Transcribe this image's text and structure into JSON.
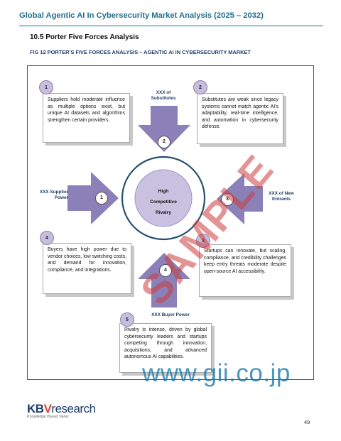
{
  "header": {
    "title": "Global Agentic AI In Cybersecurity Market Analysis (2025 – 2032)",
    "title_color": "#1f6f8b"
  },
  "section": {
    "heading": "10.5 Porter Five Forces Analysis",
    "figure_caption": "FIG 12   PORTER’S FIVE FORCES ANALYSIS – AGENTIC AI IN CYBERSECURITY MARKET"
  },
  "diagram": {
    "center_label": [
      "High",
      "Competitive",
      "Rivalry"
    ],
    "colors": {
      "arrow": "#8b80b8",
      "badge": "#c7bedc",
      "ring_outer": "#27506f"
    },
    "forces": [
      {
        "number": "1",
        "arrow_label": "XXX Supplier Power",
        "box_number": "1",
        "text": "Suppliers hold moderate influence as multiple options exist, but unique AI datasets and algorithms strengthen certain providers."
      },
      {
        "number": "2",
        "arrow_label": "XXX of Substitutes",
        "box_number": "2",
        "text": "Substitutes are weak since legacy systems cannot match agentic AI’s adaptability, real-time intelligence, and automation in cybersecurity defense."
      },
      {
        "number": "3",
        "arrow_label": "XXX of New Entrants",
        "box_number": "3",
        "text": "Startups can innovate, but scaling, compliance, and credibility challenges keep entry threats moderate despite open-source AI accessibility."
      },
      {
        "number": "4",
        "arrow_label": "XXX Buyer Power",
        "box_number": "4",
        "text": "Buyers have high power due to vendor choices, low switching costs, and demand for innovation, compliance, and integrations."
      },
      {
        "number": "5",
        "box_number": "5",
        "text": "Rivalry is intense, driven by global cybersecurity leaders and startups competing through innovation, acquisitions, and advanced autonomous AI capabilities."
      }
    ]
  },
  "watermarks": {
    "sample": "SAMPLE",
    "url": "www.gii.co.jp"
  },
  "footer": {
    "logo_parts": {
      "k": "K",
      "b": "B",
      "v": "V",
      "research": "research"
    },
    "tagline": "Knowledge Based Value",
    "page_number": "49"
  }
}
